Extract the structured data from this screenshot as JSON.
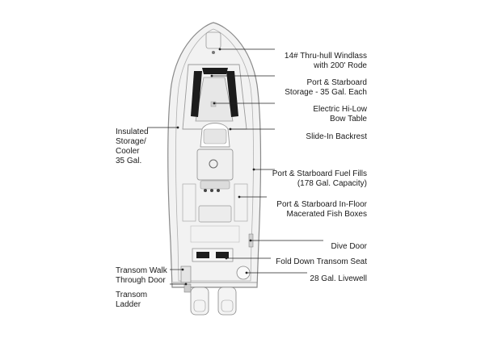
{
  "labels": {
    "windlass": "14# Thru-hull Windlass\nwith 200' Rode",
    "storage": "Port & Starboard\nStorage - 35 Gal. Each",
    "bow_table": "Electric Hi-Low\nBow Table",
    "backrest": "Slide-In Backrest",
    "fuel_fills": "Port & Starboard Fuel Fills\n(178 Gal. Capacity)",
    "fish_boxes": "Port & Starboard In-Floor\nMacerated Fish Boxes",
    "dive_door": "Dive Door",
    "transom_seat": "Fold Down Transom Seat",
    "livewell": "28 Gal. Livewell",
    "cooler": "Insulated\nStorage/\nCooler\n35 Gal.",
    "walk_door": "Transom Walk\nThrough Door",
    "ladder": "Transom\nLadder"
  },
  "colors": {
    "hull_fill": "#f2f2f2",
    "hull_stroke": "#8a8a8a",
    "detail": "#9a9a9a",
    "dark": "#1c1c1c",
    "leader": "#222222"
  }
}
